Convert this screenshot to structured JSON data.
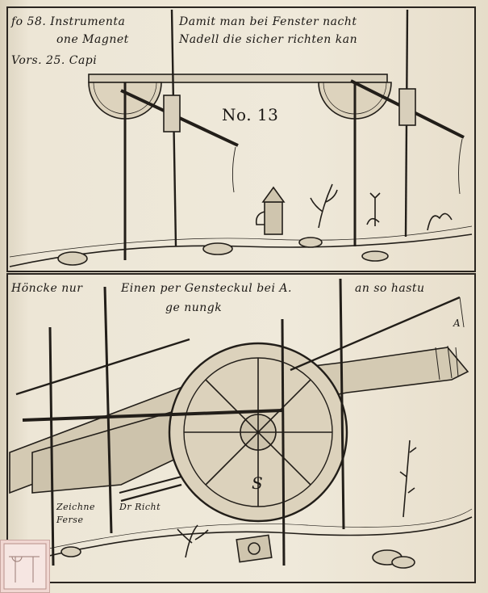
{
  "top_panel": {
    "line1_left": "fo 58. Instrumenta",
    "line2_left": "one Magnet",
    "line3_left": "Vors. 25. Capi",
    "line1_right": "Damit man bei Fenster nacht",
    "line2_right": "Nadell die sicher richten kan",
    "plate_number": "No. 13"
  },
  "bottom_panel": {
    "line1_left": "Höncke nur",
    "line1_mid": "Einen per Gensteckul bei A.",
    "line1_right": "an so hastu",
    "line2": "ge nungk",
    "label_a": "A",
    "label_s": "S",
    "ground_left_1": "Zeichne",
    "ground_left_2": "Ferse",
    "ground_mid": "Dr Richt"
  },
  "colors": {
    "paper": "#ece5d4",
    "ink": "#1d1a16",
    "thumb": "#f1d7d2"
  }
}
